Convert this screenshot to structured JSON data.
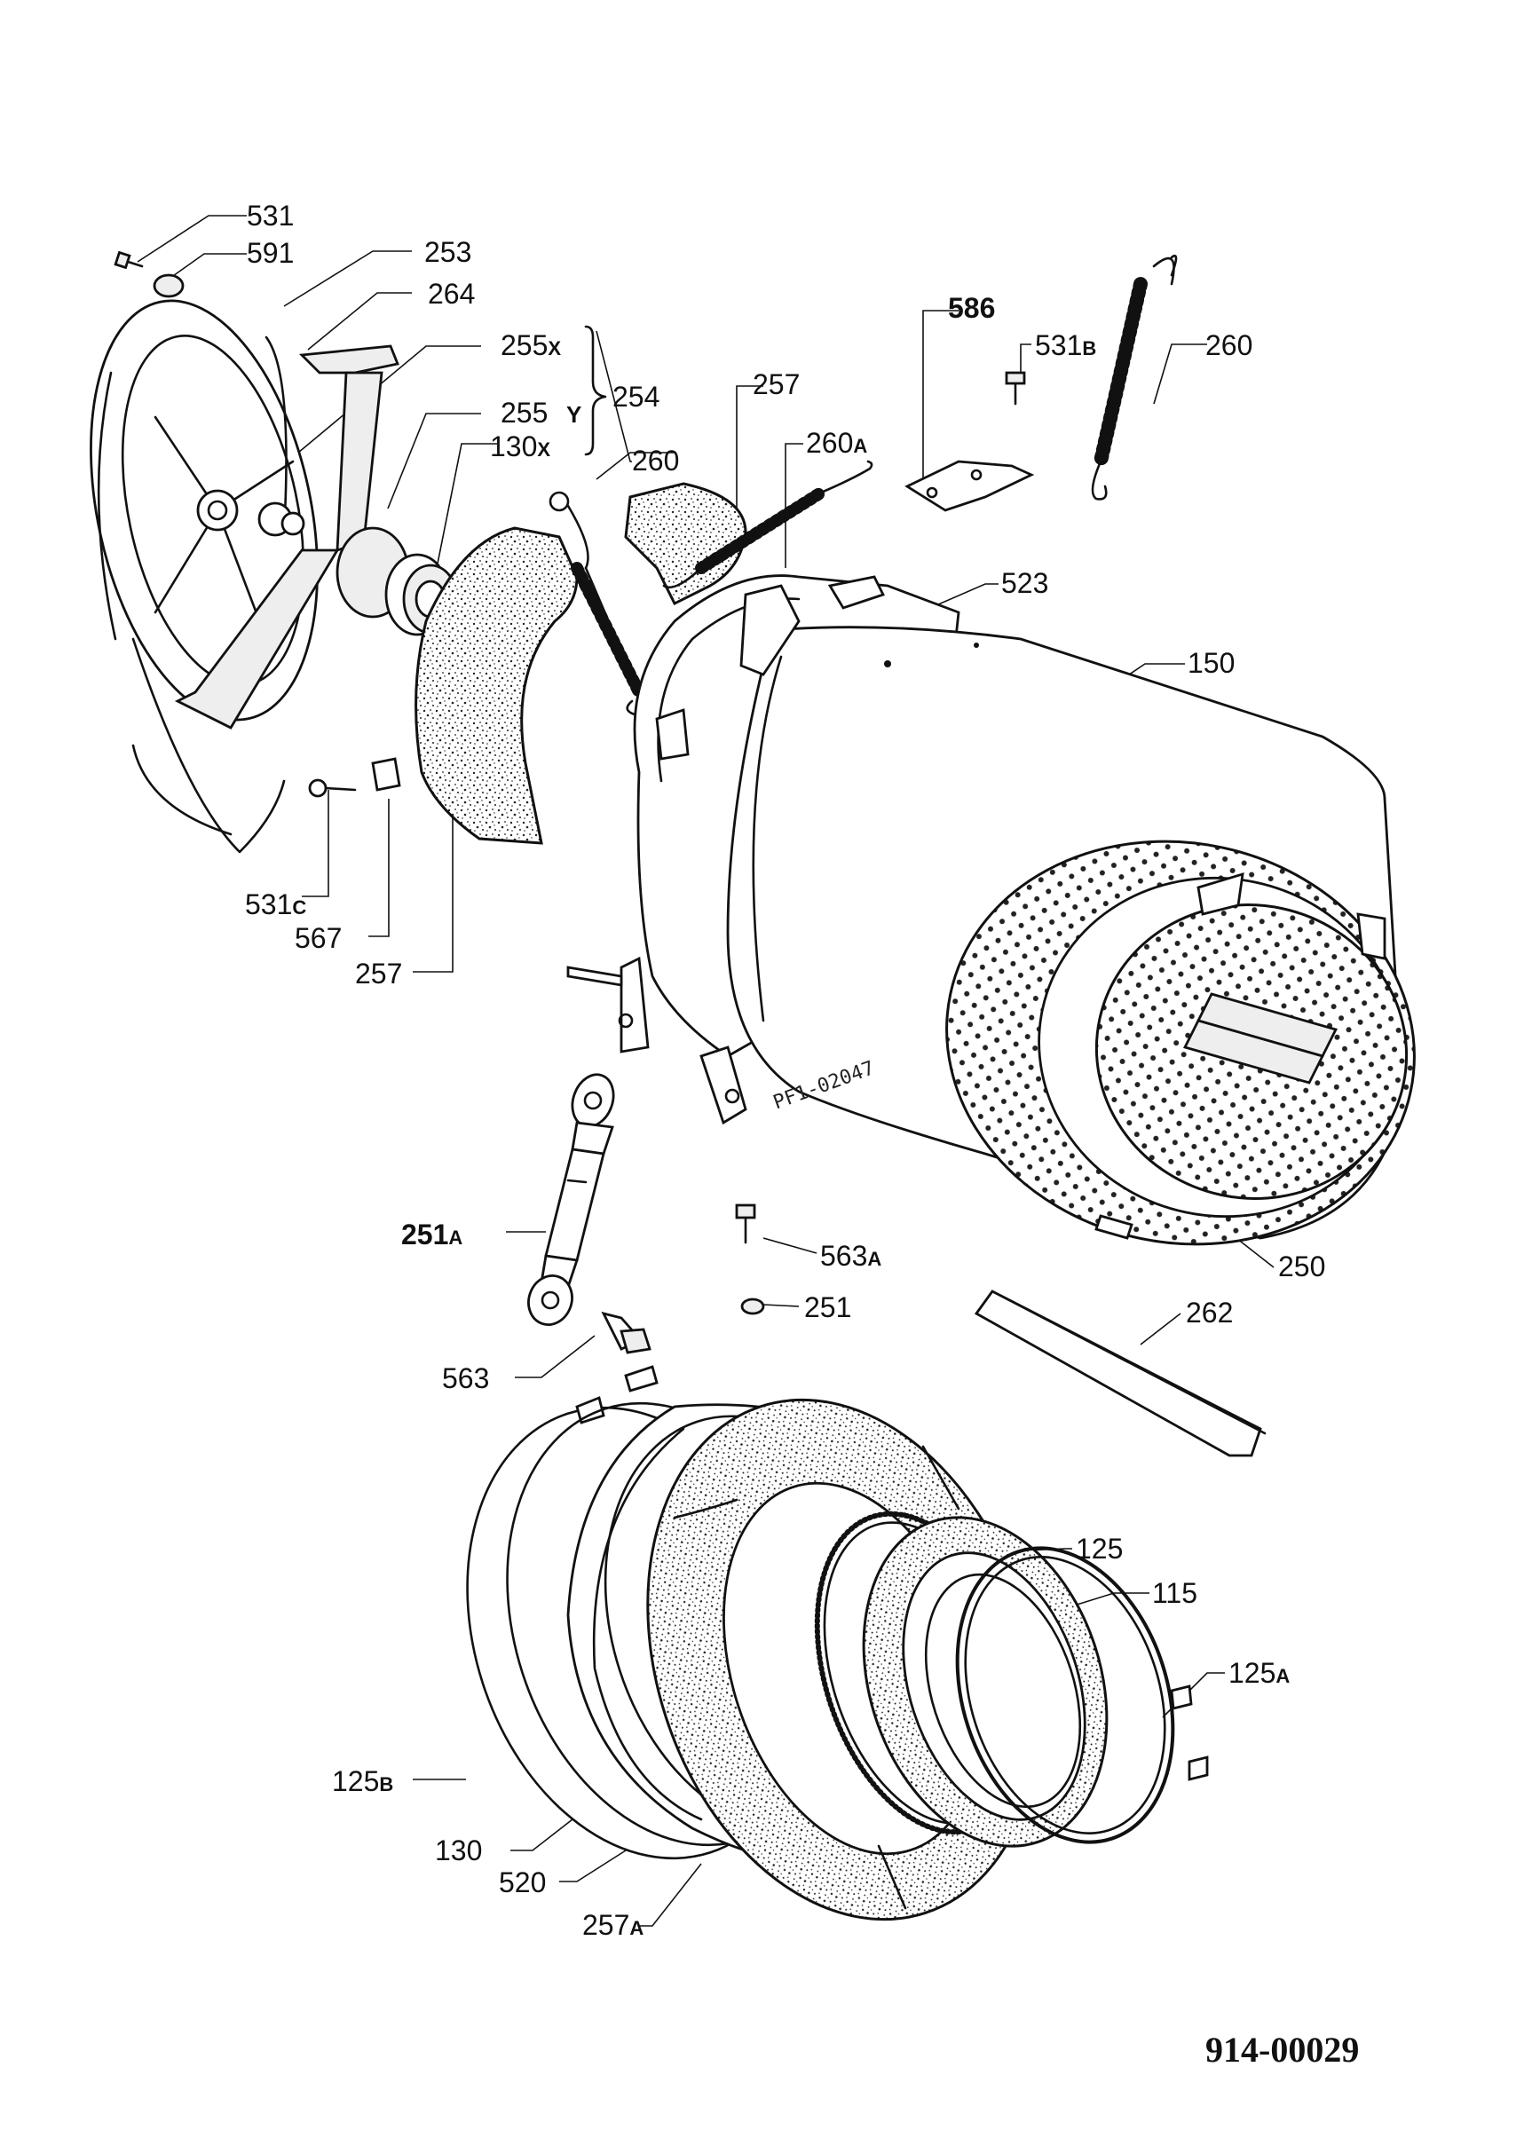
{
  "drawing_number": "914-00029",
  "stamp_text": "PF1-02047",
  "labels": {
    "l531": {
      "num": "531",
      "suffix": ""
    },
    "l591": {
      "num": "591",
      "suffix": ""
    },
    "l253": {
      "num": "253",
      "suffix": ""
    },
    "l264": {
      "num": "264",
      "suffix": ""
    },
    "l255x": {
      "num": "255",
      "suffix": "X"
    },
    "l254": {
      "num": "254",
      "suffix": ""
    },
    "l255": {
      "num": "255",
      "suffix": ""
    },
    "ly": {
      "num": "Y",
      "suffix": ""
    },
    "l130x": {
      "num": "130",
      "suffix": "X"
    },
    "l260a_top": {
      "num": "260",
      "suffix": ""
    },
    "l257_top": {
      "num": "257",
      "suffix": ""
    },
    "l260A": {
      "num": "260",
      "suffix": "A"
    },
    "l586": {
      "num": "586",
      "suffix": ""
    },
    "l531B": {
      "num": "531",
      "suffix": "B"
    },
    "l260_r": {
      "num": "260",
      "suffix": ""
    },
    "l523": {
      "num": "523",
      "suffix": ""
    },
    "l150": {
      "num": "150",
      "suffix": ""
    },
    "l531C": {
      "num": "531",
      "suffix": "C"
    },
    "l567": {
      "num": "567",
      "suffix": ""
    },
    "l257_l": {
      "num": "257",
      "suffix": ""
    },
    "l251A": {
      "num": "251",
      "suffix": "A"
    },
    "l563A": {
      "num": "563",
      "suffix": "A"
    },
    "l251": {
      "num": "251",
      "suffix": ""
    },
    "l250": {
      "num": "250",
      "suffix": ""
    },
    "l262": {
      "num": "262",
      "suffix": ""
    },
    "l563": {
      "num": "563",
      "suffix": ""
    },
    "l125": {
      "num": "125",
      "suffix": ""
    },
    "l115": {
      "num": "115",
      "suffix": ""
    },
    "l125A": {
      "num": "125",
      "suffix": "A"
    },
    "l125B": {
      "num": "125",
      "suffix": "B"
    },
    "l130": {
      "num": "130",
      "suffix": ""
    },
    "l520": {
      "num": "520",
      "suffix": ""
    },
    "l257A": {
      "num": "257",
      "suffix": "A"
    }
  }
}
